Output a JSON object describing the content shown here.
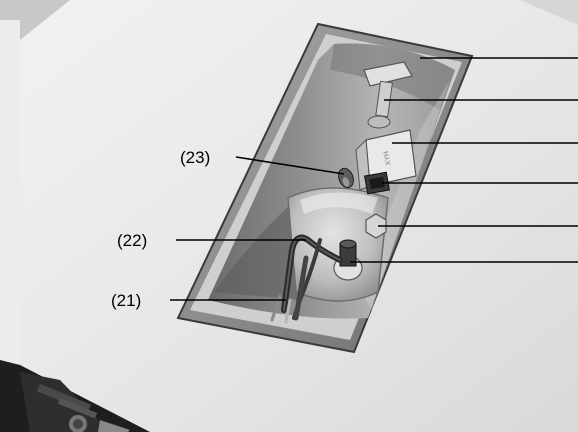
{
  "figure": {
    "callouts": [
      {
        "id": "c23",
        "label": "(23)"
      },
      {
        "id": "c22",
        "label": "(22)"
      },
      {
        "id": "c21",
        "label": "(21)"
      }
    ],
    "bracket_marking": "XYH"
  }
}
